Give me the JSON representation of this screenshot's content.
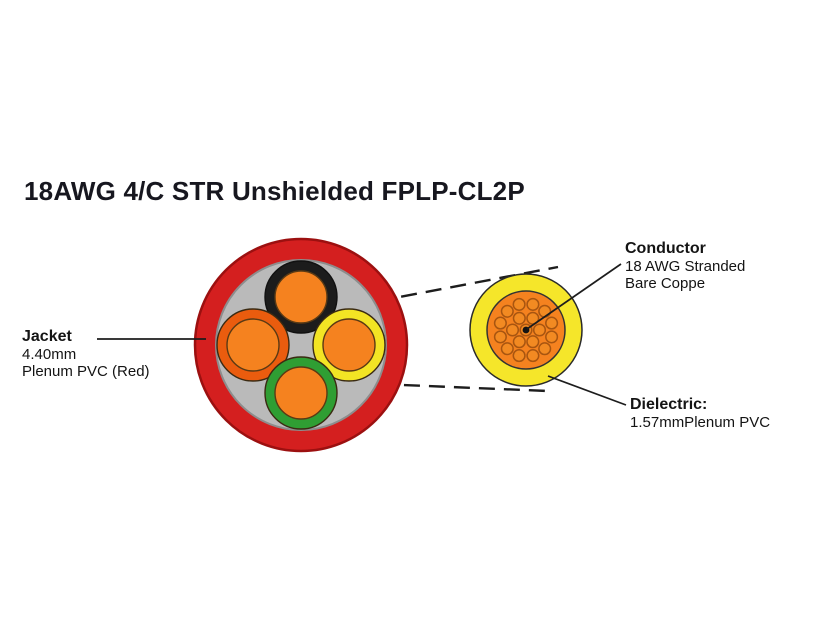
{
  "title": "18AWG 4/C STR Unshielded FPLP-CL2P",
  "labels": {
    "jacket": {
      "heading": "Jacket",
      "line1": "4.40mm",
      "line2": "Plenum PVC (Red)"
    },
    "conductor": {
      "heading": "Conductor",
      "line1": "18 AWG Stranded",
      "line2": "Bare Coppe"
    },
    "dielectric": {
      "heading": "Dielectric:",
      "line1": "1.57mmPlenum PVC"
    }
  },
  "colors": {
    "jacket_red": "#d41f1f",
    "jacket_edge": "#9c1010",
    "filler_gray": "#bababa",
    "filler_edge": "#8d8d8d",
    "conductor_orange": "#f5821f",
    "insulation_black": "#1c1c1c",
    "insulation_orange": "#ea5c0e",
    "insulation_yellow": "#f3e424",
    "insulation_green": "#2f9e33",
    "dielectric_yellow": "#f5e62a",
    "strand_orange": "#f28a22",
    "strand_edge": "#a85510",
    "line_black": "#1d1d1d"
  }
}
